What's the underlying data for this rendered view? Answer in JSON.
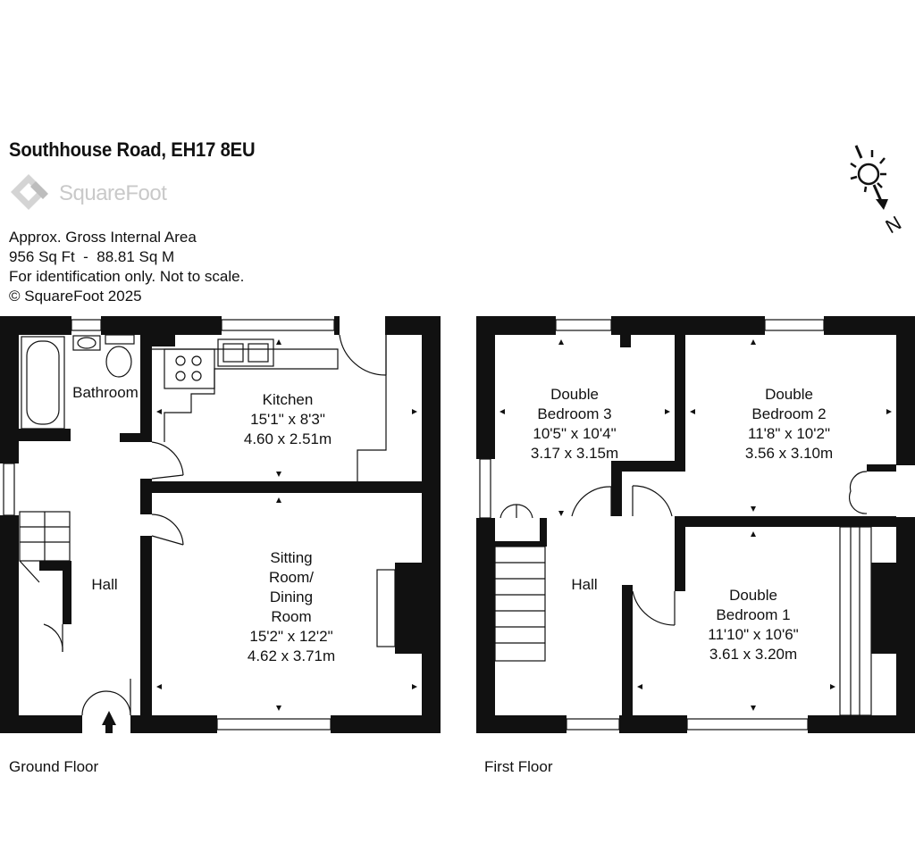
{
  "header": {
    "title": "Southhouse Road, EH17 8EU",
    "brand": "SquareFoot",
    "info_lines": [
      "Approx. Gross Internal Area",
      "956 Sq Ft  -  88.81 Sq M",
      "For identification only. Not to scale.",
      "© SquareFoot 2025"
    ]
  },
  "compass": {
    "label": "N"
  },
  "floors": {
    "ground": {
      "label": "Ground Floor",
      "rooms": {
        "bathroom": {
          "name": "Bathroom"
        },
        "kitchen": {
          "name": "Kitchen",
          "imperial": "15'1\" x 8'3\"",
          "metric": "4.60 x 2.51m"
        },
        "hall": {
          "name": "Hall"
        },
        "sitting": {
          "name_lines": [
            "Sitting",
            "Room/",
            "Dining",
            "Room"
          ],
          "imperial": "15'2\" x 12'2\"",
          "metric": "4.62 x 3.71m"
        }
      }
    },
    "first": {
      "label": "First Floor",
      "rooms": {
        "bed3": {
          "name_lines": [
            "Double",
            "Bedroom 3"
          ],
          "imperial": "10'5\" x 10'4\"",
          "metric": "3.17 x 3.15m"
        },
        "bed2": {
          "name_lines": [
            "Double",
            "Bedroom 2"
          ],
          "imperial": "11'8\" x 10'2\"",
          "metric": "3.56 x 3.10m"
        },
        "hall": {
          "name": "Hall"
        },
        "bed1": {
          "name_lines": [
            "Double",
            "Bedroom 1"
          ],
          "imperial": "11'10\" x 10'6\"",
          "metric": "3.61 x 3.20m"
        }
      }
    }
  }
}
